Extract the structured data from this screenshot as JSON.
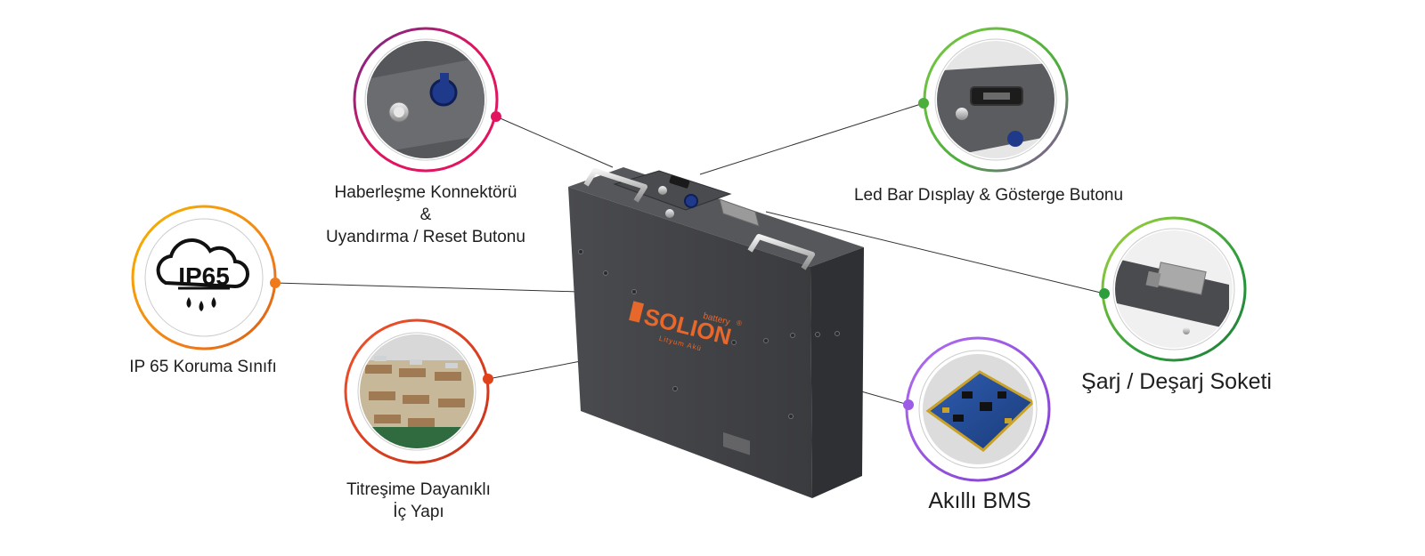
{
  "features": [
    {
      "id": "comm",
      "lines": [
        "Haberleşme Konnektörü",
        "&",
        "Uyandırma / Reset Butonu"
      ],
      "ring_color": "#e0145f",
      "dot_color": "#e0145f"
    },
    {
      "id": "led",
      "lines": [
        "Led Bar Dısplay & Gösterge Butonu"
      ],
      "ring_color": "#4cae3b",
      "dot_color": "#4cae3b"
    },
    {
      "id": "ip65",
      "lines": [
        "IP 65 Koruma Sınıfı"
      ],
      "ring_color": "#f39200",
      "dot_color": "#f07a1a",
      "icon_text": "IP65"
    },
    {
      "id": "socket",
      "lines": [
        "Şarj / Deşarj Soketi"
      ],
      "ring_color": "#2e9e3c",
      "dot_color": "#2e9e3c"
    },
    {
      "id": "vibration",
      "lines": [
        "Titreşime Dayanıklı",
        "İç Yapı"
      ],
      "ring_color": "#e0431c",
      "dot_color": "#e0431c"
    },
    {
      "id": "bms",
      "lines": [
        "Akıllı BMS"
      ],
      "ring_color": "#9b5de5",
      "dot_color": "#9b5de5"
    }
  ],
  "battery": {
    "brand": "SOLION",
    "superscript": "battery",
    "registered": "®",
    "subtitle": "Lityum Akü",
    "body_color": "#3f4043",
    "accent_color": "#e8672a"
  }
}
